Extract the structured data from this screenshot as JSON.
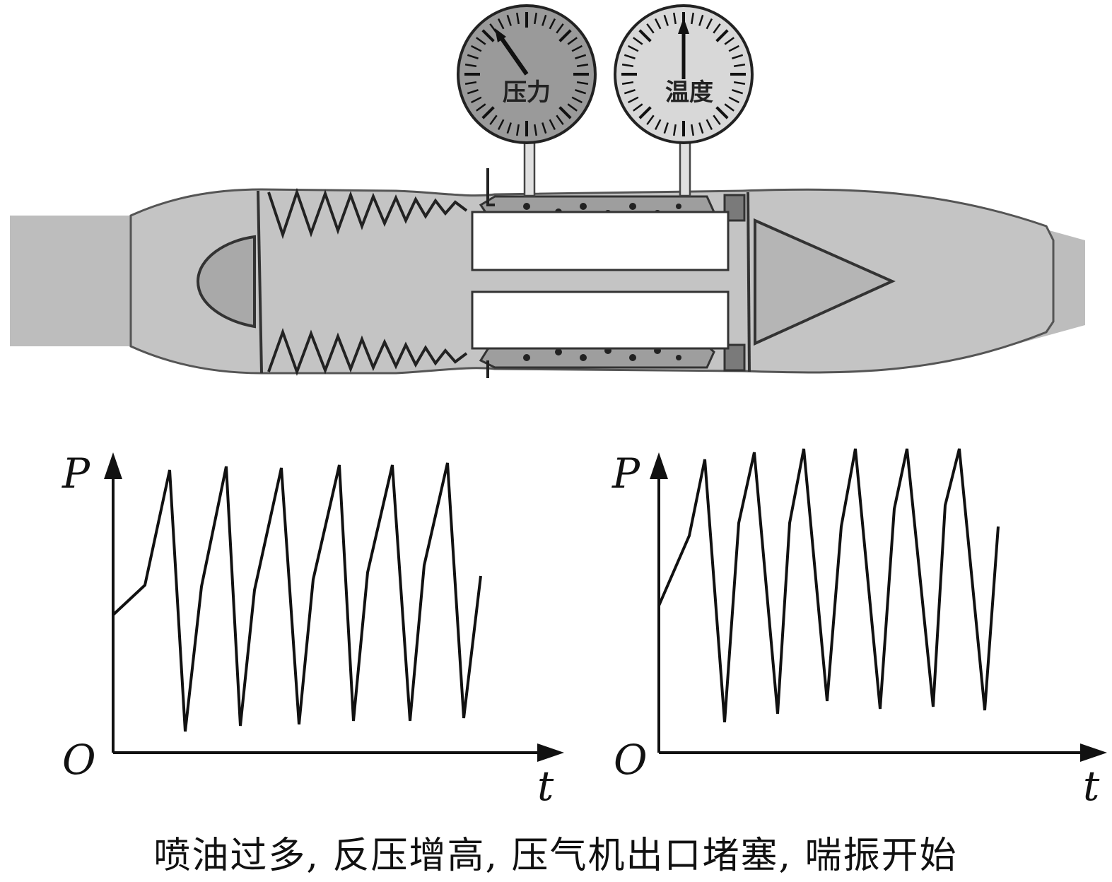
{
  "gauges": [
    {
      "label": "压力"
    },
    {
      "label": "温度"
    }
  ],
  "plots": [
    {
      "y_label": "P",
      "x_label": "t",
      "origin_label": "O"
    },
    {
      "y_label": "P",
      "x_label": "t",
      "origin_label": "O"
    }
  ],
  "caption": "喷油过多, 反压增高, 压气机出口堵塞, 喘振开始"
}
